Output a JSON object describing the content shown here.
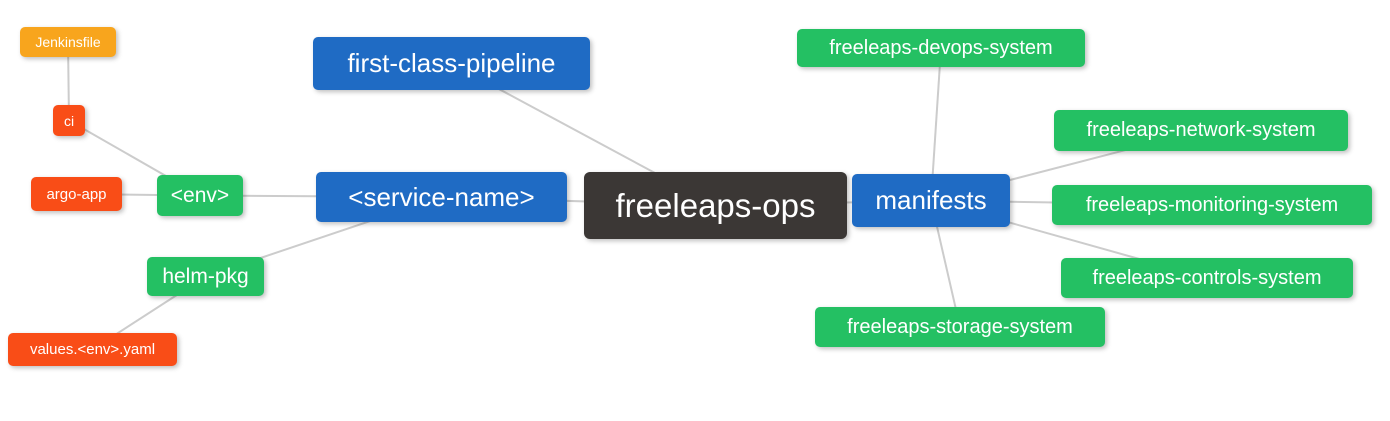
{
  "diagram": {
    "type": "mindmap",
    "root": "freeleaps-ops"
  },
  "colors": {
    "root_bg": "#3B3735",
    "branch_blue": "#1F6BC4",
    "leaf_green": "#24C063",
    "leaf_red": "#F94D17",
    "leaf_orange": "#F8A51D",
    "edge": "#CCCCCC",
    "text": "#FFFFFF",
    "background": "#FFFFFF"
  },
  "nodes": {
    "freeleaps_ops": {
      "label": "freeleaps-ops",
      "color": "#3B3735"
    },
    "first_class_pipeline": {
      "label": "first-class-pipeline",
      "color": "#1F6BC4"
    },
    "service_name": {
      "label": "<service-name>",
      "color": "#1F6BC4"
    },
    "manifests": {
      "label": "manifests",
      "color": "#1F6BC4"
    },
    "env": {
      "label": "<env>",
      "color": "#24C063"
    },
    "helm_pkg": {
      "label": "helm-pkg",
      "color": "#24C063"
    },
    "ci": {
      "label": "ci",
      "color": "#F94D17"
    },
    "argo_app": {
      "label": "argo-app",
      "color": "#F94D17"
    },
    "jenkinsfile": {
      "label": "Jenkinsfile",
      "color": "#F8A51D"
    },
    "values_env_yaml": {
      "label": "values.<env>.yaml",
      "color": "#F94D17"
    },
    "devops_system": {
      "label": "freeleaps-devops-system",
      "color": "#24C063"
    },
    "network_system": {
      "label": "freeleaps-network-system",
      "color": "#24C063"
    },
    "monitoring_system": {
      "label": "freeleaps-monitoring-system",
      "color": "#24C063"
    },
    "controls_system": {
      "label": "freeleaps-controls-system",
      "color": "#24C063"
    },
    "storage_system": {
      "label": "freeleaps-storage-system",
      "color": "#24C063"
    }
  },
  "edges": [
    [
      "jenkinsfile",
      "ci"
    ],
    [
      "ci",
      "env"
    ],
    [
      "argo_app",
      "env"
    ],
    [
      "env",
      "service_name"
    ],
    [
      "helm_pkg",
      "service_name"
    ],
    [
      "values_env_yaml",
      "helm_pkg"
    ],
    [
      "first_class_pipeline",
      "freeleaps_ops"
    ],
    [
      "service_name",
      "freeleaps_ops"
    ],
    [
      "freeleaps_ops",
      "manifests"
    ],
    [
      "manifests",
      "devops_system"
    ],
    [
      "manifests",
      "network_system"
    ],
    [
      "manifests",
      "monitoring_system"
    ],
    [
      "manifests",
      "controls_system"
    ],
    [
      "manifests",
      "storage_system"
    ]
  ]
}
